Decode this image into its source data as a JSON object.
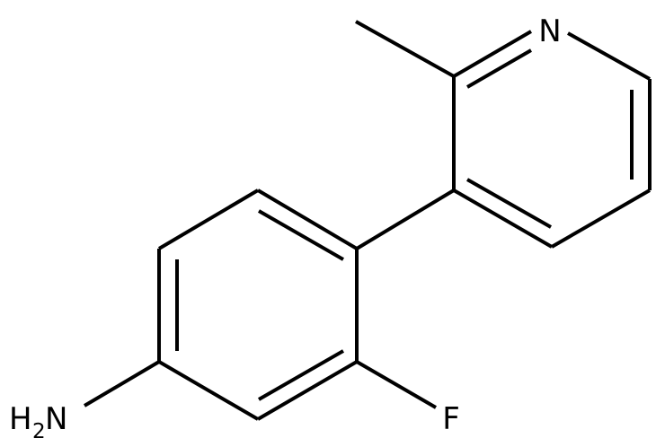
{
  "molecule": {
    "atoms": {
      "nitrogen_ring": "N",
      "fluorine": "F",
      "amine": {
        "main": "H",
        "sub": "2",
        "tail": "N"
      }
    },
    "colors": {
      "bond": "#000000",
      "label": "#000000",
      "background": "#ffffff"
    }
  }
}
